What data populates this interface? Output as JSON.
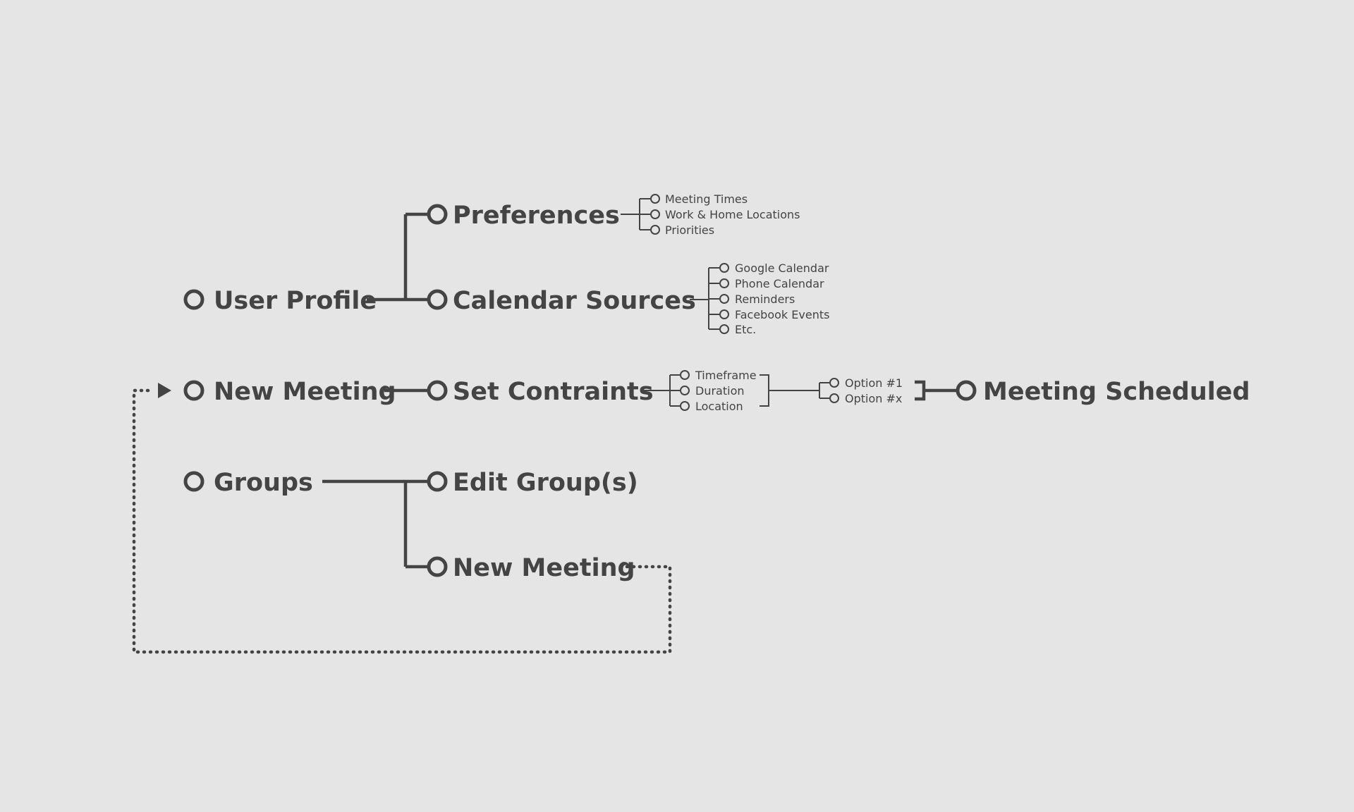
{
  "diagram": {
    "user_profile": {
      "label": "User Profile",
      "preferences": {
        "label": "Preferences",
        "items": [
          "Meeting Times",
          "Work & Home Locations",
          "Priorities"
        ]
      },
      "calendar_sources": {
        "label": "Calendar Sources",
        "items": [
          "Google Calendar",
          "Phone Calendar",
          "Reminders",
          "Facebook Events",
          "Etc."
        ]
      }
    },
    "new_meeting": {
      "label": "New Meeting",
      "set_constraints": {
        "label": "Set Contraints",
        "items": [
          "Timeframe",
          "Duration",
          "Location"
        ]
      },
      "options": [
        "Option #1",
        "Option #x"
      ],
      "result": "Meeting Scheduled"
    },
    "groups": {
      "label": "Groups",
      "edit_groups": "Edit Group(s)",
      "new_meeting": "New Meeting"
    },
    "colors": {
      "ink": "#444444",
      "background": "#e5e5e5"
    }
  }
}
